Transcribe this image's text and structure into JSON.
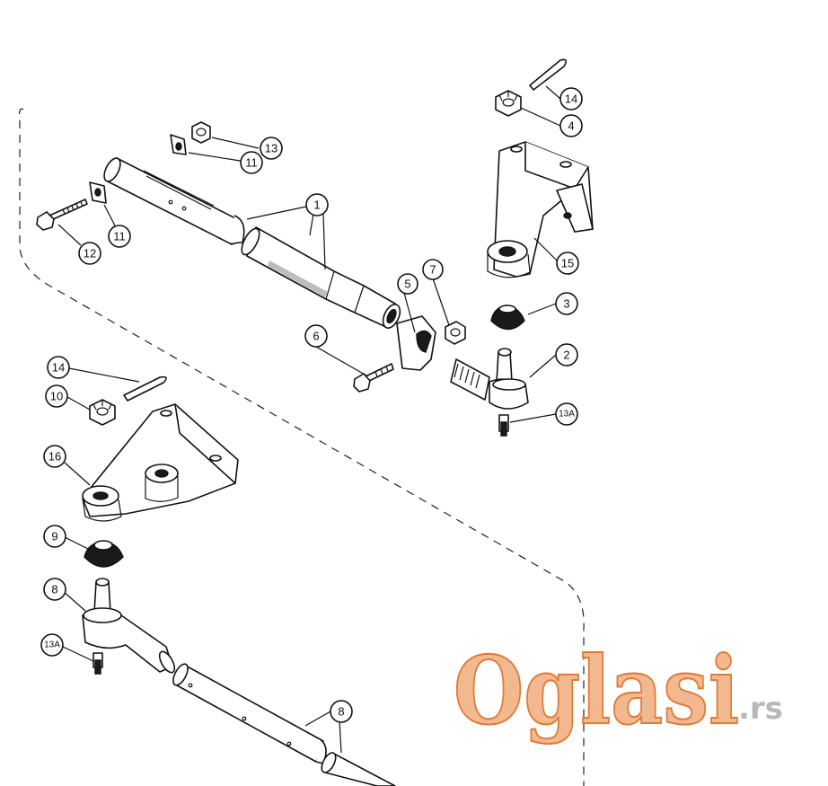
{
  "callouts": {
    "c1": "1",
    "c2": "2",
    "c3": "3",
    "c4": "4",
    "c5": "5",
    "c6": "6",
    "c7": "7",
    "c8a": "8",
    "c8b": "8",
    "c9": "9",
    "c10": "10",
    "c11a": "11",
    "c11b": "11",
    "c12": "12",
    "c13": "13",
    "c13Aa": "13A",
    "c13Ab": "13A",
    "c14a": "14",
    "c14b": "14",
    "c15": "15",
    "c16": "16"
  },
  "watermark": {
    "brand": "Oglasi",
    "suffix": ".rs"
  },
  "colors": {
    "watermark_fill": "#f2b890",
    "watermark_stroke": "#e07a36",
    "watermark_suffix": "#b8b8b8"
  }
}
